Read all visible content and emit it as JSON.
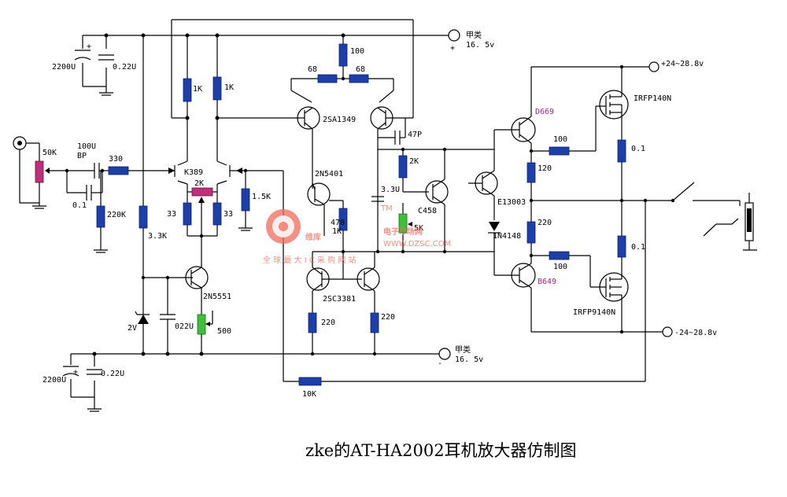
{
  "supplies": {
    "classA_pos_name": "甲类",
    "classA_pos_value": "16. 5v",
    "classA_pos_sign": "+",
    "classA_neg_name": "甲类",
    "classA_neg_value": "16. 5v",
    "classA_neg_sign": "-",
    "output_pos": "+24~28.8v",
    "output_neg": "-24~28.8v"
  },
  "capacitors": {
    "top_bulk": "2200U",
    "top_film": "0.22U",
    "bottom_bulk": "2200U",
    "bottom_film": "0.22U",
    "input_coupling": "100U",
    "input_coupling_type": "BP",
    "input_film": "0.1",
    "comp": "47P",
    "vas_cap": "3.3U",
    "bias_cap": "022U"
  },
  "resistors": {
    "volume_pot": "50K",
    "input_series": "330",
    "input_shunt": "220K",
    "ltp_load_left": "1K",
    "ltp_load_right": "1K",
    "ltp_trim": "2K",
    "ltp_degen_left": "33",
    "ltp_degen_right": "33",
    "ltp_bias": "1.5K",
    "zener_feed": "3.3K",
    "ccs_trim": "500",
    "vas_top": "100",
    "vas_left": "68",
    "vas_right": "68",
    "vas_2k": "2K",
    "vas_470": "470",
    "vas_1k": "1K",
    "bias_trim": "5K",
    "mirror_left": "220",
    "mirror_right": "220",
    "driver_top": "120",
    "driver_bottom": "220",
    "gate_top": "100",
    "gate_bottom": "100",
    "source_top": "0.1",
    "source_bottom": "0.1",
    "feedback": "10K"
  },
  "semiconductors": {
    "ltp_jfet": "K389",
    "ccs": "2N5551",
    "zener": "2V",
    "vas_pnp": "2SA1349",
    "cascode": "2N5401",
    "bias_transistor": "C458",
    "mirror": "2SC3381",
    "vbe_multiplier": "E13003",
    "diode": "1N4148",
    "driver_top": "D669",
    "driver_bottom": "B649",
    "output_top": "IRFP140N",
    "output_bottom": "IRFP9140N"
  },
  "watermark": {
    "brand": "维库",
    "product": "电子市场网",
    "url": "WWW.DZSC.COM",
    "tm": "TM",
    "slogan": "全 球 最 大 I C 采 购 网 站"
  },
  "caption": "zke的AT-HA2002耳机放大器仿制图",
  "colors": {
    "resistor": "#1f3fa8",
    "pot_pink": "#c0307a",
    "pot_green": "#3fbf3a",
    "watermark": "#f06a5a",
    "label_pink": "#a4237a"
  }
}
